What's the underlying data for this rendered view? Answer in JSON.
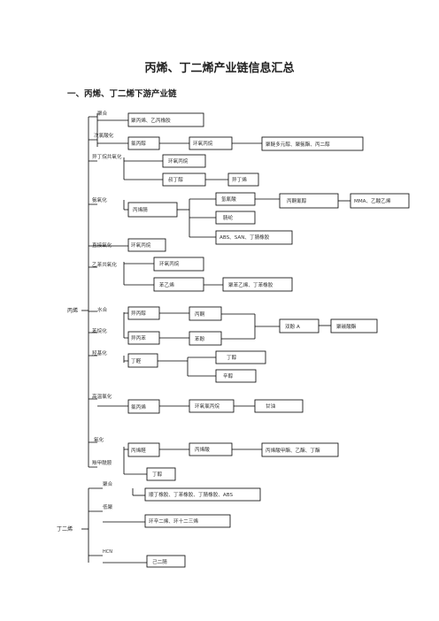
{
  "document": {
    "title": "丙烯、丁二烯产业链信息汇总",
    "section": "一、丙烯、丁二烯下游产业链"
  },
  "roots": {
    "propylene": "丙烯",
    "butadiene": "丁二烯"
  },
  "processes": {
    "p1": "聚合",
    "p2": "次氯酸化",
    "p3": "异丁烷共氧化",
    "p4": "氨氧化",
    "p5": "直接氧化",
    "p6": "乙苯共氧化",
    "p7": "水合",
    "p8": "苯烷化",
    "p9": "羟基化",
    "p10": "高温氯化",
    "p11": "氧化",
    "p12": "羰甲酰胺",
    "b1": "聚合",
    "b2": "低聚",
    "b3": "HCN"
  },
  "products": {
    "n1": "聚丙烯、乙丙橡胶",
    "n2": "氯丙醇",
    "n3": "环氧丙烷",
    "n4": "聚醚多元醇、聚氨酯、丙二醇",
    "n5": "环氧丙烷",
    "n6": "叔丁醇",
    "n7": "异丁烯",
    "n8": "氢氰酸",
    "n9": "丙烯腈",
    "n10": "丙酮氰醇",
    "n11": "MMA、乙酸乙烯",
    "n12": "腈纶",
    "n13": "ABS、SAN、丁腈橡胶",
    "n14": "环氧丙烷",
    "n15": "环氧丙烷",
    "n16": "苯乙烯",
    "n17": "聚苯乙烯、丁苯橡胶",
    "n18": "异丙醇",
    "n19": "丙酮",
    "n20": "异丙苯",
    "n21": "苯酚",
    "n22": "双酚 A",
    "n23": "聚碳酸酯",
    "n24": "丁醛",
    "n25": "丁醇",
    "n26": "辛醇",
    "n27": "氯丙烯",
    "n28": "环氧氯丙烷",
    "n29": "甘油",
    "n30": "丙烯醛",
    "n31": "丙烯酸",
    "n32": "丙烯酸甲酯、乙酯、丁酯",
    "n33": "丁醇",
    "n34": "顺丁橡胶、丁苯橡胶、丁腈橡胶、ABS",
    "n35": "环辛二烯、环十二三烯",
    "n36": "己二腈"
  }
}
